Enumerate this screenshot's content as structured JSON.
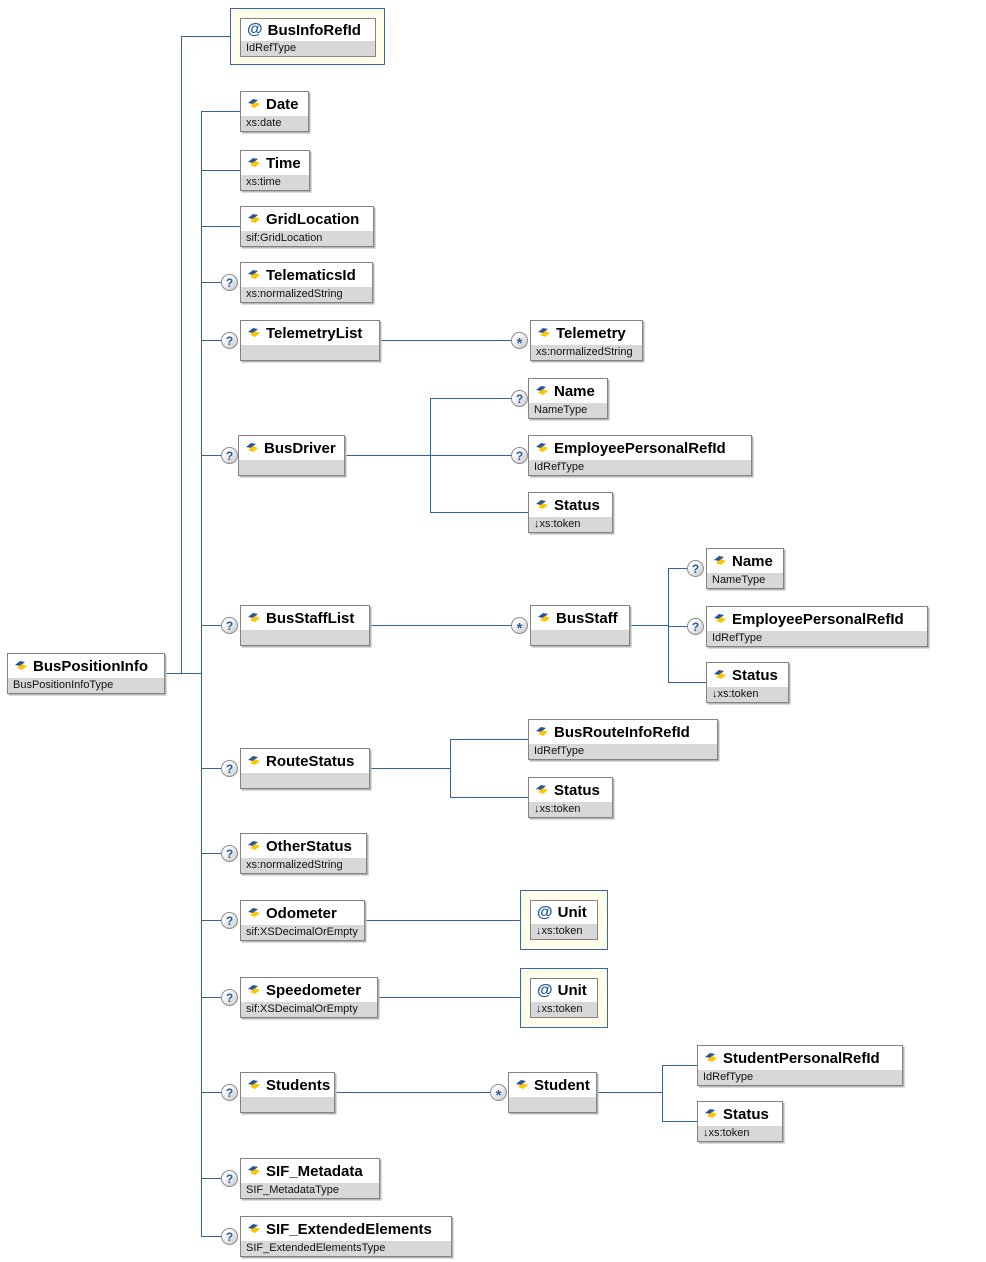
{
  "diagram": {
    "kind": "xml-schema-diagram",
    "root_element": "BusPositionInfo"
  },
  "glyphs": {
    "attribute": "@",
    "optional_badge": "?",
    "repeat_badge": "*"
  },
  "colors": {
    "connector": "#31639c",
    "box_border": "#848284",
    "type_band": "#d8d8d8",
    "attribute_container_bg": "#fffcea",
    "attribute_container_border": "#38689c",
    "badge_glyph": "#2d5f9a",
    "element_icon_blue": "#2a549b",
    "element_icon_yellow": "#fdc500"
  },
  "nodes": {
    "root": {
      "name": "BusPositionInfo",
      "type": "BusPositionInfoType"
    },
    "businforefid": {
      "name": "BusInfoRefId",
      "type": "IdRefType"
    },
    "date": {
      "name": "Date",
      "type": "xs:date"
    },
    "time": {
      "name": "Time",
      "type": "xs:time"
    },
    "gridlocation": {
      "name": "GridLocation",
      "type": "sif:GridLocation"
    },
    "telematicsid": {
      "name": "TelematicsId",
      "type": "xs:normalizedString"
    },
    "telemetrylist": {
      "name": "TelemetryList",
      "type": ""
    },
    "telemetry": {
      "name": "Telemetry",
      "type": "xs:normalizedString"
    },
    "busdriver": {
      "name": "BusDriver",
      "type": ""
    },
    "bd_name": {
      "name": "Name",
      "type": "NameType"
    },
    "bd_employeepersonalrefid": {
      "name": "EmployeePersonalRefId",
      "type": "IdRefType"
    },
    "bd_status": {
      "name": "Status",
      "type": "↓xs:token"
    },
    "busstafflist": {
      "name": "BusStaffList",
      "type": ""
    },
    "busstaff": {
      "name": "BusStaff",
      "type": ""
    },
    "bs_name": {
      "name": "Name",
      "type": "NameType"
    },
    "bs_employeepersonalrefid": {
      "name": "EmployeePersonalRefId",
      "type": "IdRefType"
    },
    "bs_status": {
      "name": "Status",
      "type": "↓xs:token"
    },
    "routestatus": {
      "name": "RouteStatus",
      "type": ""
    },
    "busrouteinforefid": {
      "name": "BusRouteInfoRefId",
      "type": "IdRefType"
    },
    "rs_status": {
      "name": "Status",
      "type": "↓xs:token"
    },
    "otherstatus": {
      "name": "OtherStatus",
      "type": "xs:normalizedString"
    },
    "odometer": {
      "name": "Odometer",
      "type": "sif:XSDecimalOrEmpty"
    },
    "odometer_unit": {
      "name": "Unit",
      "type": "↓xs:token"
    },
    "speedometer": {
      "name": "Speedometer",
      "type": "sif:XSDecimalOrEmpty"
    },
    "speedometer_unit": {
      "name": "Unit",
      "type": "↓xs:token"
    },
    "students": {
      "name": "Students",
      "type": ""
    },
    "student": {
      "name": "Student",
      "type": ""
    },
    "studentpersonalrefid": {
      "name": "StudentPersonalRefId",
      "type": "IdRefType"
    },
    "st_status": {
      "name": "Status",
      "type": "↓xs:token"
    },
    "sif_metadata": {
      "name": "SIF_Metadata",
      "type": "SIF_MetadataType"
    },
    "sif_extendedelements": {
      "name": "SIF_ExtendedElements",
      "type": "SIF_ExtendedElementsType"
    }
  }
}
